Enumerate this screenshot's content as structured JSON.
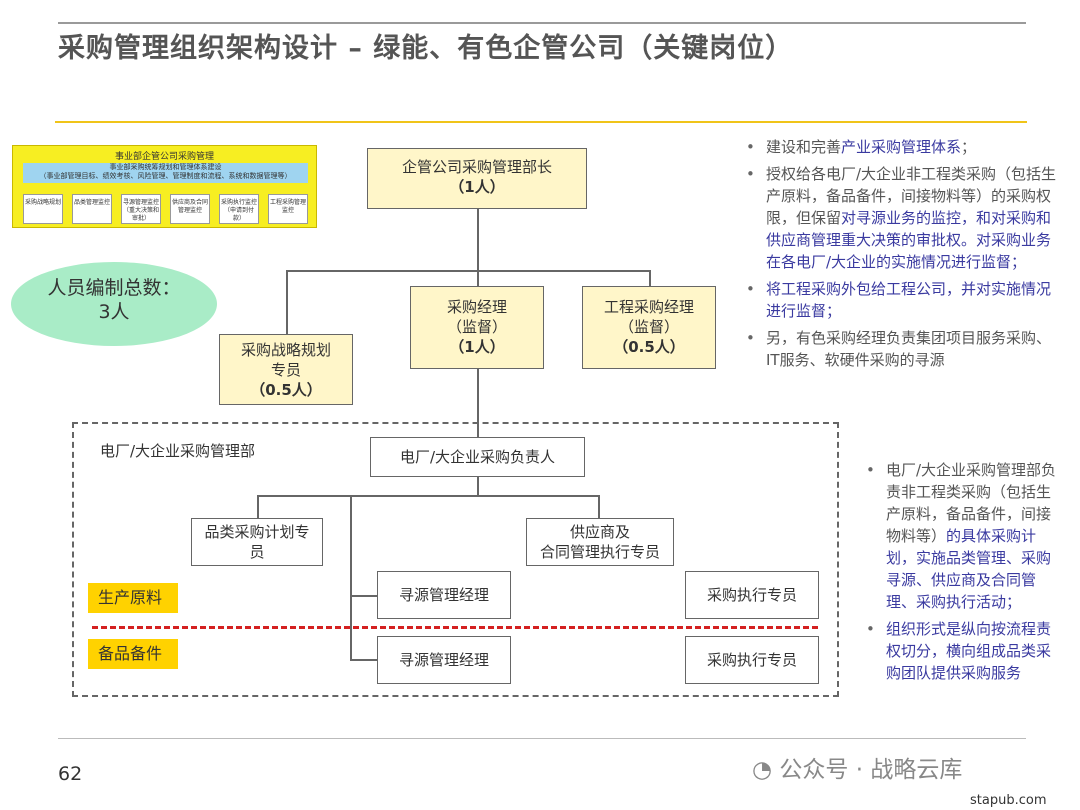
{
  "title": "采购管理组织架构设计 – 绿能、有色企管公司（关键岗位）",
  "mini_chart": {
    "title": "事业部企管公司采购管理",
    "band_line1": "事业部采购统筹规划和管理体系建设",
    "band_line2": "（事业部管理目标、绩效考核、风险管理、管理制度和流程、系统和数据管理等）",
    "boxes": [
      "采购战略规划",
      "品类管理监控",
      "寻源管理监控（重大决策和审批）",
      "供应商及合同管理监控",
      "采购执行监控（申请到付款）",
      "工程采购管理监控"
    ]
  },
  "headcount": {
    "line1": "人员编制总数：",
    "line2": "3人"
  },
  "org": {
    "head": {
      "title": "企管公司采购管理部长",
      "count": "（1人）"
    },
    "manager": {
      "title": "采购经理",
      "role": "（监督）",
      "count": "（1人）"
    },
    "eng_manager": {
      "title": "工程采购经理",
      "role": "（监督）",
      "count": "（0.5人）"
    },
    "strategy": {
      "line1": "采购战略规划",
      "line2": "专员",
      "count": "（0.5人）"
    },
    "dept_label": "电厂/大企业采购管理部",
    "plant_head": "电厂/大企业采购负责人",
    "category_plan": {
      "line1": "品类采购计划专",
      "line2": "员"
    },
    "supplier_contract": {
      "line1": "供应商及",
      "line2": "合同管理执行专员"
    },
    "sourcing_mgr_1": "寻源管理经理",
    "exec_1": "采购执行专员",
    "sourcing_mgr_2": "寻源管理经理",
    "exec_2": "采购执行专员",
    "tag_raw": "生产原料",
    "tag_spare": "备品备件"
  },
  "bullets_top": [
    {
      "plain": "建设和完善",
      "blue": "产业采购管理体系",
      "tail": "；"
    },
    {
      "plain": "授权给各电厂/大企业非工程类采购（包括生产原料，备品备件，间接物料等）的采购权限，但保留",
      "blue": "对寻源业务的监控，和对采购和供应商管理重大决策的审批权。对采购业务在各电厂/大企业的实施情况进行监督；",
      "tail": ""
    },
    {
      "plain": "",
      "blue": "将工程采购外包给工程公司，并对实施情况进行监督；",
      "tail": ""
    },
    {
      "plain": "另，有色采购经理负责集团项目服务采购、IT服务、软硬件采购的寻源",
      "blue": "",
      "tail": ""
    }
  ],
  "bullets_bottom": [
    {
      "plain": "电厂/大企业采购管理部负责非工程类采购（包括生产原料，备品备件，间接物料等）",
      "blue": "的具体采购计划，实施品类管理、采购寻源、供应商及合同管理、采购执行活动；",
      "tail": ""
    },
    {
      "plain": "",
      "blue": "组织形式是纵向按流程责权切分，横向组成品类采购团队提供采购服务",
      "tail": ""
    }
  ],
  "page_number": "62",
  "watermark": "公众号 · 战略云库",
  "site": "stapub.com"
}
